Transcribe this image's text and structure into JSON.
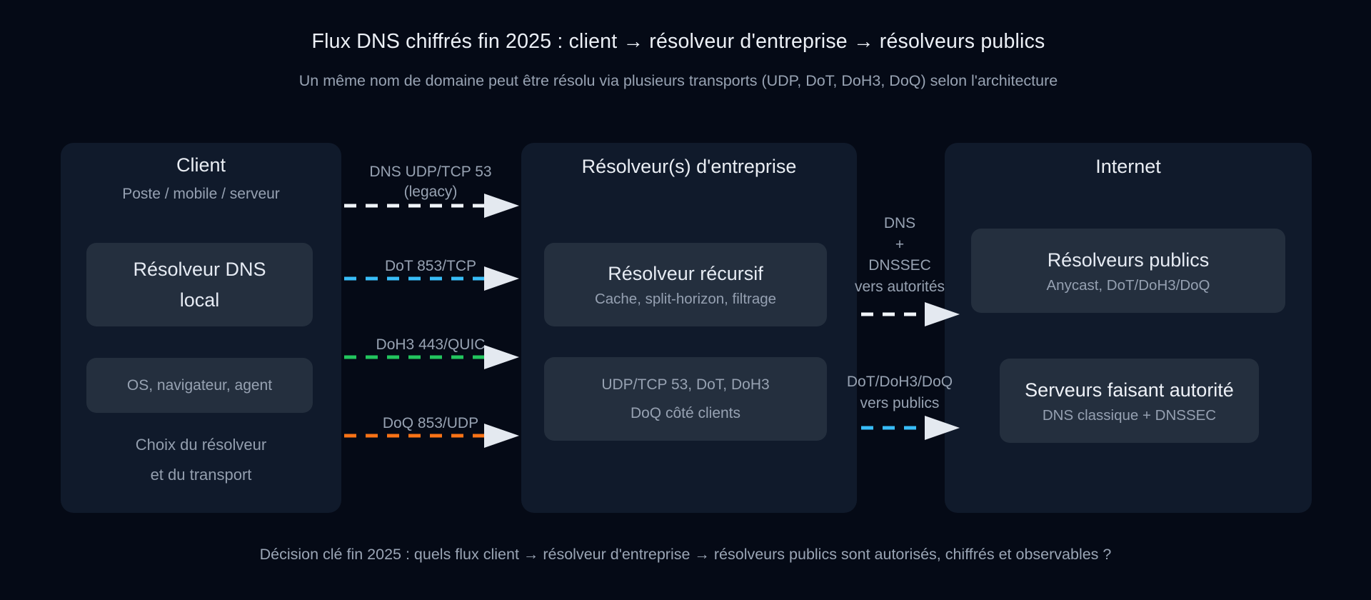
{
  "page": {
    "title": "Flux DNS chiffrés fin 2025 : client → résolveur d'entreprise → résolveurs publics",
    "subtitle": "Un même nom de domaine peut être résolu via plusieurs transports (UDP, DoT, DoH3, DoQ) selon l'architecture",
    "footnote": "Décision clé fin 2025 : quels flux client → résolveur d'entreprise → résolveurs publics sont autorisés, chiffrés et observables ?"
  },
  "colors": {
    "background": "#050a16",
    "card": "#101a2b",
    "card_inner": "#242f3e",
    "text_primary": "#e9edf3",
    "text_muted": "#97a2b2",
    "arrow_head": "#e4e9f0",
    "arrow_white": "#f1f5f9",
    "arrow_blue": "#38bdf8",
    "arrow_green": "#22c55e",
    "arrow_orange": "#f97316"
  },
  "client": {
    "title": "Client",
    "subtitle": "Poste / mobile / serveur",
    "resolver_box": {
      "line1": "Résolveur DNS",
      "line2": "local"
    },
    "os_box": {
      "label": "OS, navigateur, agent"
    },
    "note": {
      "line1": "Choix du résolveur",
      "line2": "et du transport"
    }
  },
  "enterprise": {
    "title": "Résolveur(s) d'entreprise",
    "recursive_box": {
      "title": "Résolveur récursif",
      "sub": "Cache, split-horizon, filtrage"
    },
    "transports_box": {
      "line1": "UDP/TCP 53, DoT, DoH3",
      "line2": "DoQ côté clients"
    }
  },
  "internet": {
    "title": "Internet",
    "public_box": {
      "title": "Résolveurs publics",
      "sub": "Anycast, DoT/DoH3/DoQ"
    },
    "auth_box": {
      "title": "Serveurs faisant autorité",
      "sub": "DNS classique + DNSSEC"
    }
  },
  "flows_left": [
    {
      "lines": [
        "DNS UDP/TCP 53",
        "(legacy)"
      ],
      "color": "#f1f5f9"
    },
    {
      "lines": [
        "DoT 853/TCP"
      ],
      "color": "#38bdf8"
    },
    {
      "lines": [
        "DoH3 443/QUIC"
      ],
      "color": "#22c55e"
    },
    {
      "lines": [
        "DoQ 853/UDP"
      ],
      "color": "#f97316"
    }
  ],
  "flows_right": [
    {
      "lines": [
        "DNS",
        "+",
        "DNSSEC",
        "vers autorités"
      ],
      "color": "#f1f5f9"
    },
    {
      "lines": [
        "DoT/DoH3/DoQ",
        "vers publics"
      ],
      "color": "#38bdf8"
    }
  ]
}
